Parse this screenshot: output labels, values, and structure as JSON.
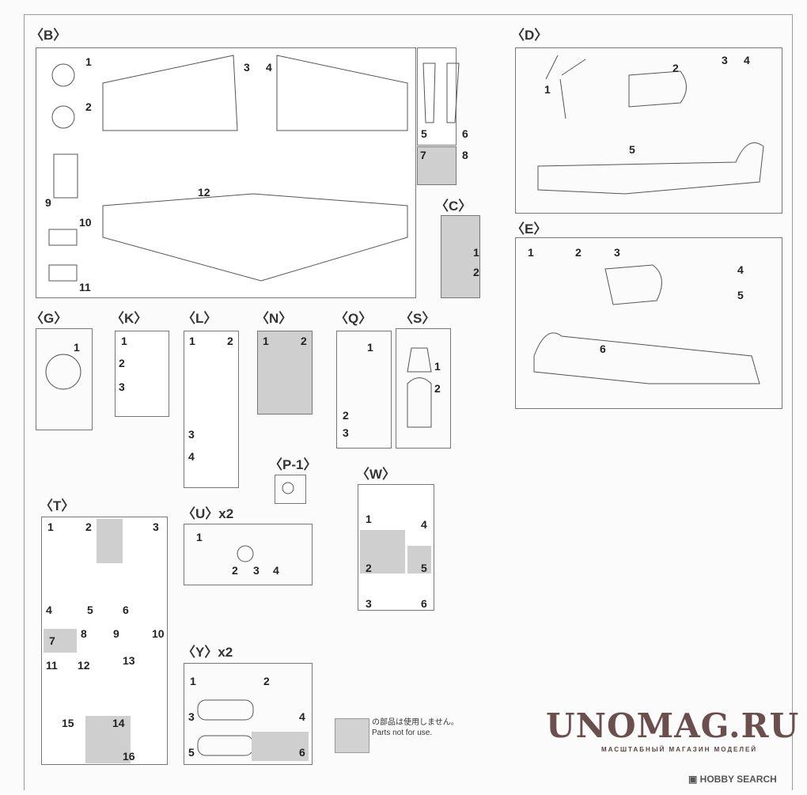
{
  "sections": {
    "B": {
      "label": "〈B〉",
      "parts": [
        "1",
        "2",
        "3",
        "4",
        "5",
        "6",
        "7",
        "8",
        "9",
        "10",
        "11",
        "12"
      ]
    },
    "C": {
      "label": "〈C〉",
      "parts": [
        "1",
        "2"
      ]
    },
    "D": {
      "label": "〈D〉",
      "parts": [
        "1",
        "2",
        "3",
        "4",
        "5"
      ]
    },
    "E": {
      "label": "〈E〉",
      "parts": [
        "1",
        "2",
        "3",
        "4",
        "5",
        "6"
      ]
    },
    "G": {
      "label": "〈G〉",
      "parts": [
        "1"
      ]
    },
    "K": {
      "label": "〈K〉",
      "parts": [
        "1",
        "2",
        "3"
      ]
    },
    "L": {
      "label": "〈L〉",
      "parts": [
        "1",
        "2",
        "3",
        "4"
      ]
    },
    "N": {
      "label": "〈N〉",
      "parts": [
        "1",
        "2"
      ]
    },
    "Q": {
      "label": "〈Q〉",
      "parts": [
        "1",
        "2",
        "3"
      ]
    },
    "S": {
      "label": "〈S〉",
      "parts": [
        "1",
        "2"
      ]
    },
    "P1": {
      "label": "〈P-1〉"
    },
    "W": {
      "label": "〈W〉",
      "parts": [
        "1",
        "2",
        "3",
        "4",
        "5",
        "6"
      ]
    },
    "T": {
      "label": "〈T〉",
      "parts": [
        "1",
        "2",
        "3",
        "4",
        "5",
        "6",
        "7",
        "8",
        "9",
        "10",
        "11",
        "12",
        "13",
        "14",
        "15",
        "16"
      ]
    },
    "U": {
      "label": "〈U〉x2",
      "parts": [
        "1",
        "2",
        "3",
        "4"
      ]
    },
    "Y": {
      "label": "〈Y〉x2",
      "parts": [
        "1",
        "2",
        "3",
        "4",
        "5",
        "6"
      ]
    }
  },
  "legend": {
    "jp": "の部品は使用しません。",
    "en": "Parts not for use."
  },
  "watermark": {
    "logo": "UNOMAG.RU",
    "subtitle": "МАСШТАБНЫЙ МАГАЗИН МОДЕЛЕЙ",
    "source": "HOBBY SEARCH"
  }
}
